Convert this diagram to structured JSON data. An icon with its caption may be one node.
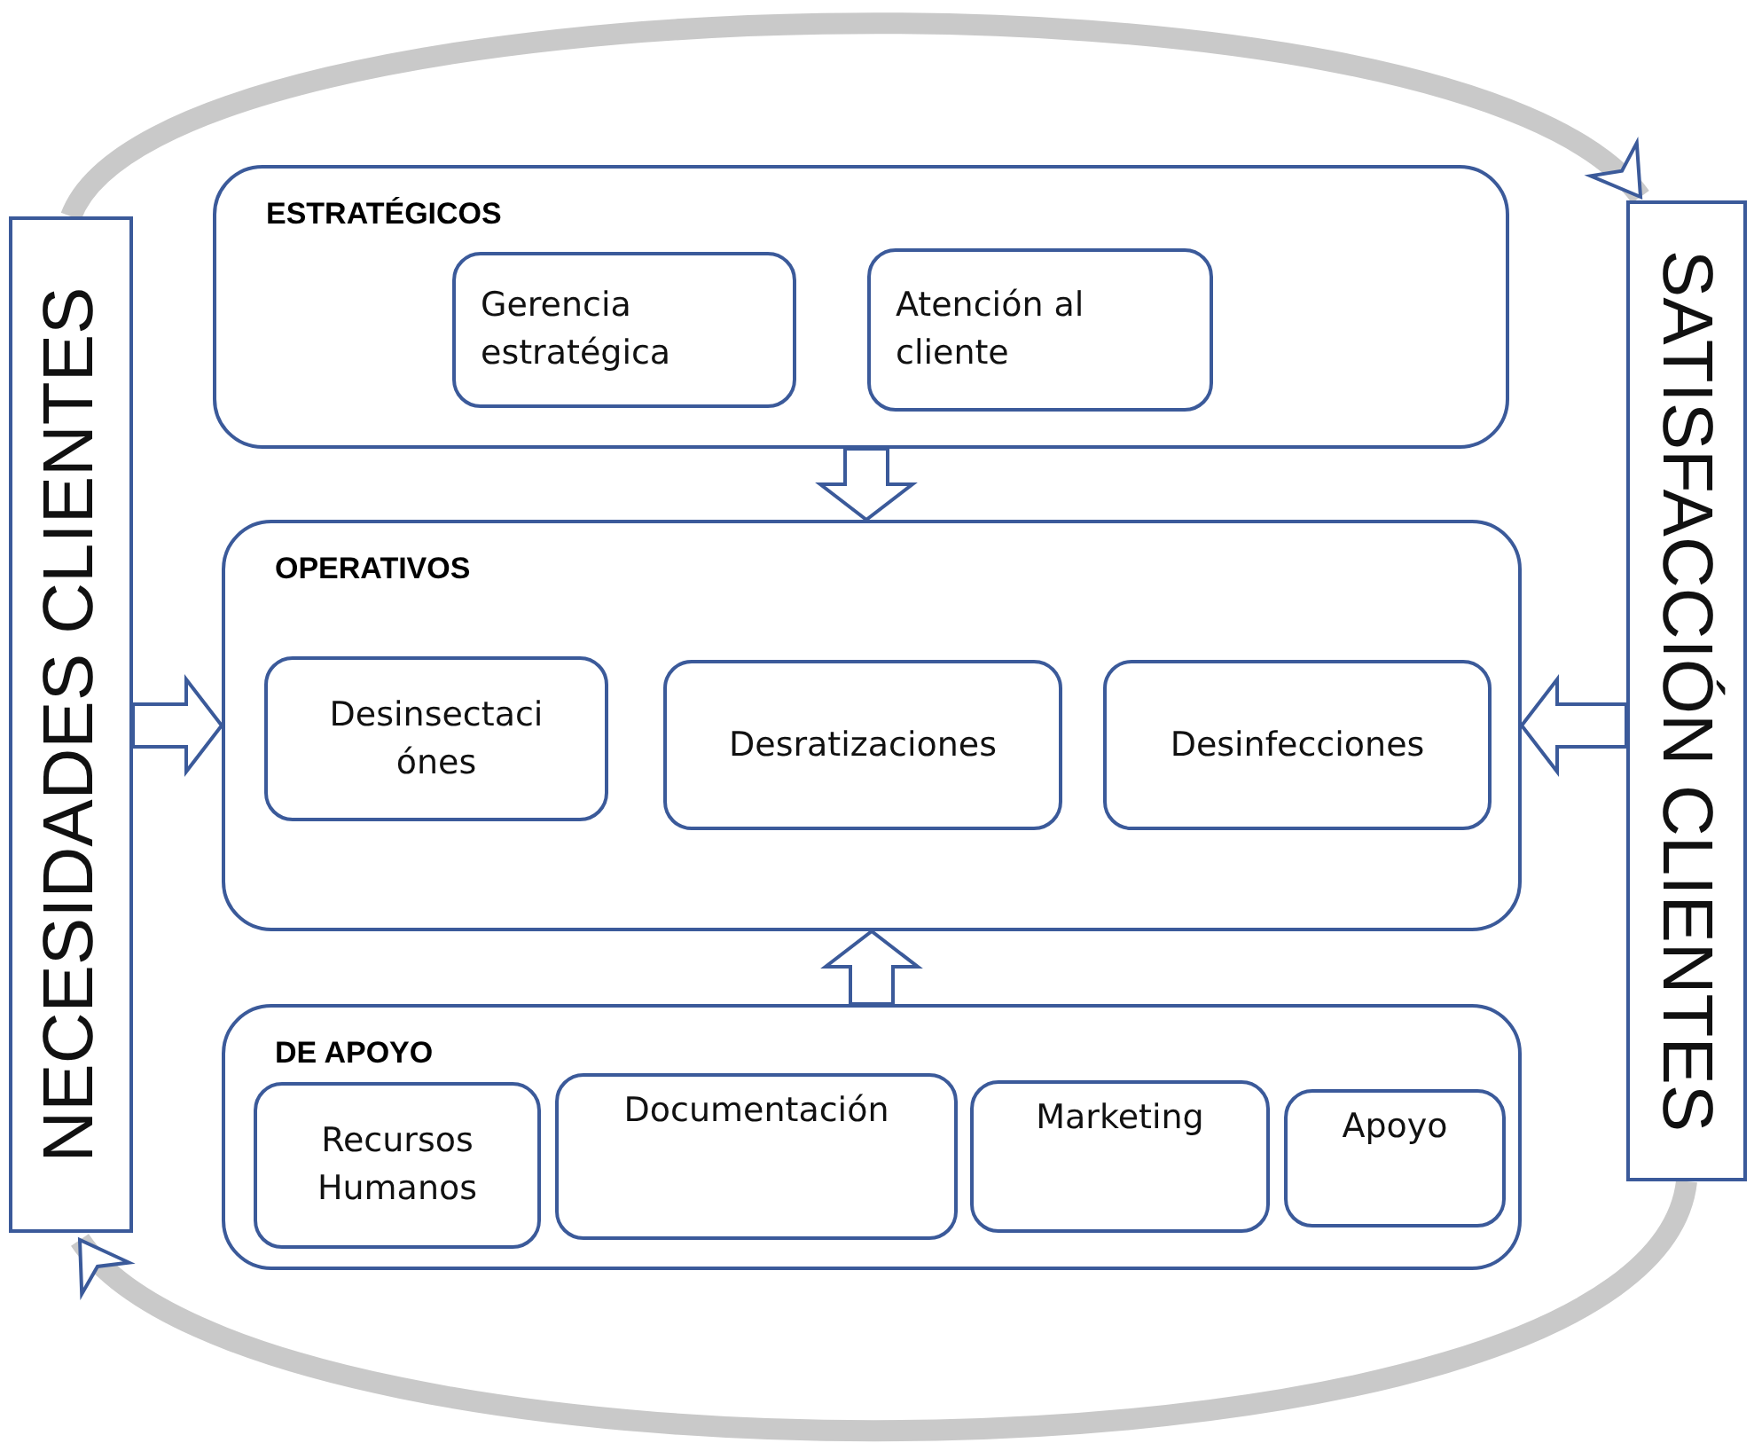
{
  "diagram": {
    "nodes": [
      {
        "text": [
          "NECESIDADES CLIENTES"
        ]
      },
      {
        "text": [
          "SATISFACCIÓN CLIENTES"
        ]
      },
      {
        "text": [
          "ESTRATÉGICOS"
        ]
      },
      {
        "text": [
          "Gerencia estratégica"
        ],
        "in": 2
      },
      {
        "text": [
          "Atención al cliente"
        ],
        "in": 2
      },
      {
        "text": [
          "OPERATIVOS"
        ]
      },
      {
        "text": [
          "Desinsectaci ónes"
        ],
        "in": 5
      },
      {
        "text": [
          "Desratizaciones"
        ],
        "in": 5
      },
      {
        "text": [
          "Desinfecciones"
        ],
        "in": 5
      },
      {
        "text": [
          "DE APOYO"
        ]
      },
      {
        "text": [
          "Recursos Humanos"
        ],
        "in": 9
      },
      {
        "text": [
          "Documentación"
        ],
        "in": 9
      },
      {
        "text": [
          "Marketing"
        ],
        "in": 9
      },
      {
        "text": [
          "Apoyo"
        ],
        "in": 9
      }
    ],
    "edges": [
      {
        "from": 0,
        "to": 1,
        "arrow": "to"
      },
      {
        "from": 1,
        "to": 0,
        "arrow": "to"
      },
      {
        "from": 2,
        "to": 5,
        "arrow": "to"
      },
      {
        "from": 9,
        "to": 5,
        "arrow": "to"
      },
      {
        "from": 0,
        "to": 5,
        "arrow": "to"
      },
      {
        "from": 1,
        "to": 5,
        "arrow": "to"
      }
    ]
  }
}
